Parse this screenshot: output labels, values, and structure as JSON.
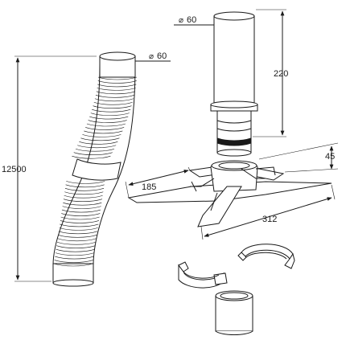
{
  "dimensions": {
    "hose_length": "12500",
    "hose_diameter": "60",
    "pipe_diameter": "60",
    "pipe_length": "220",
    "base_height": "45",
    "base_short_leg": "185",
    "base_long_leg": "312"
  },
  "symbols": {
    "diameter": "⌀"
  }
}
